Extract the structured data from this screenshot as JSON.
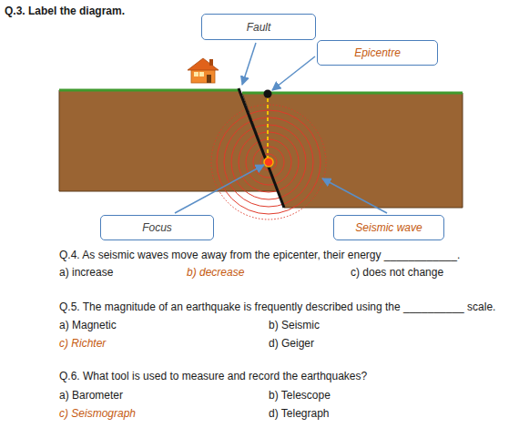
{
  "diagram": {
    "nodes": [
      {
        "text": [
          "Fault"
        ]
      },
      {
        "text": [
          "Epicentre"
        ]
      },
      {
        "text": [
          "Focus"
        ]
      },
      {
        "text": [
          "Seismic wave"
        ]
      }
    ],
    "labels": [
      "Q.3. Label the diagram.",
      "Q.4. As seismic waves move away from the epicenter, their energy ____________.",
      "a) increase",
      "b) decrease",
      "c) does not change",
      "Q.5. The magnitude of an earthquake is frequently described using the __________ scale.",
      "a) Magnetic",
      "b) Seismic",
      "c) Richter",
      "d) Geiger",
      "Q.6. What tool is used to measure and record the earthquakes?",
      "a) Barometer",
      "b) Telescope",
      "c) Seismograph",
      "d) Telegraph"
    ]
  }
}
